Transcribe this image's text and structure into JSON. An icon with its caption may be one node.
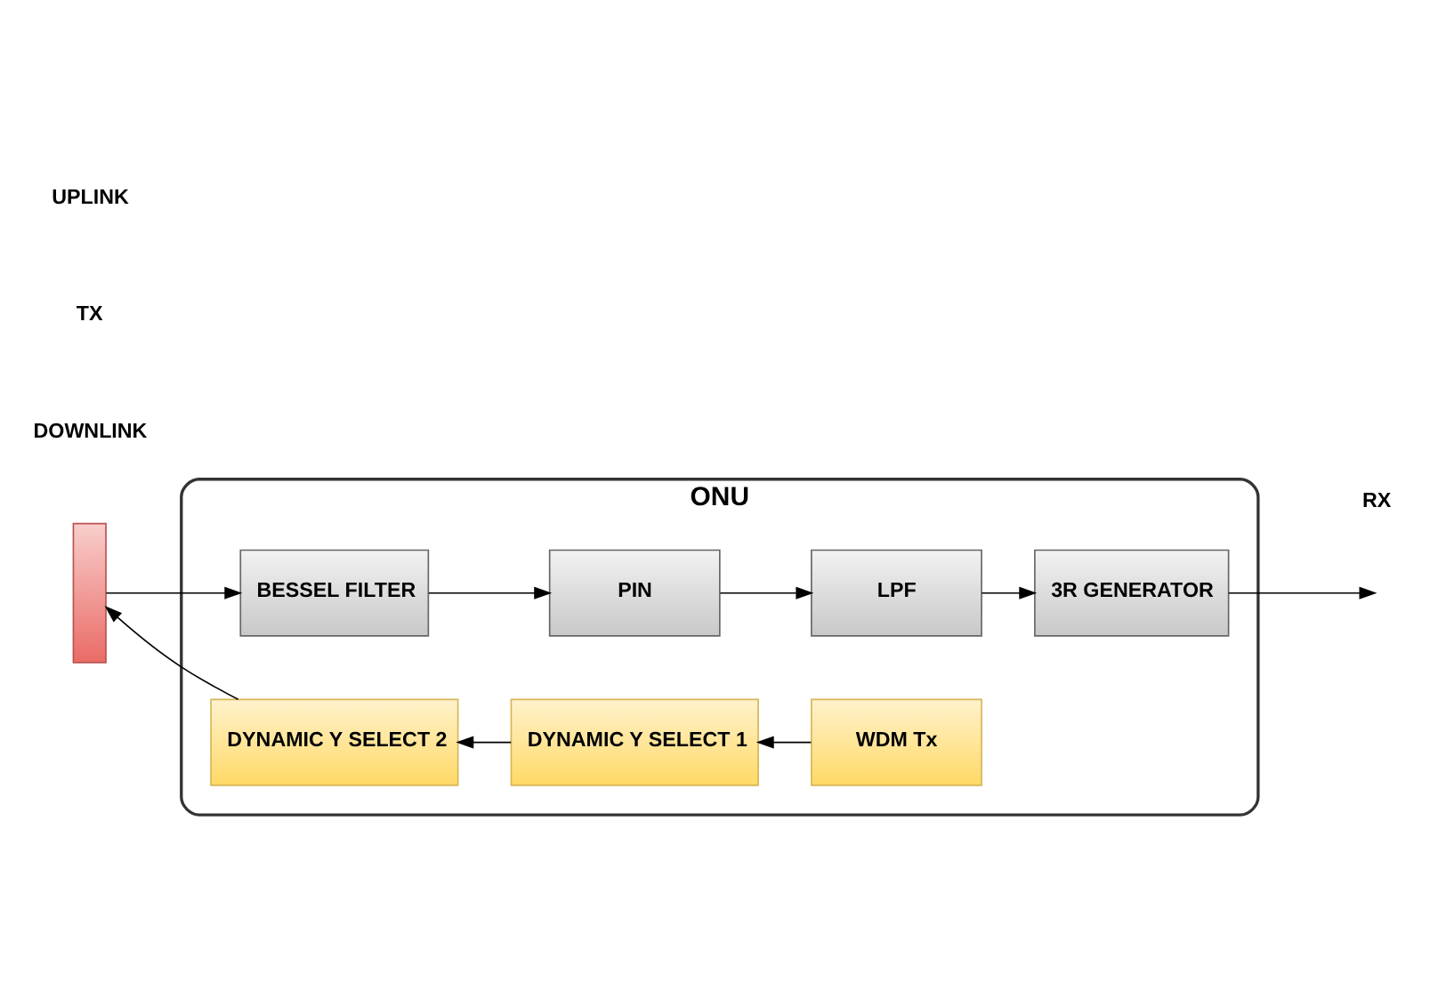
{
  "diagram": {
    "nodes": [
      {
        "text": [
          "ONU"
        ]
      },
      {
        "text": [],
        "shape": "bar"
      },
      {
        "text": [
          "BESSEL FILTER"
        ],
        "in": 0
      },
      {
        "text": [
          "PIN"
        ],
        "in": 0
      },
      {
        "text": [
          "LPF"
        ],
        "in": 0
      },
      {
        "text": [
          "3R GENERATOR"
        ],
        "in": 0
      },
      {
        "text": [
          "DYNAMIC Y SELECT 2"
        ],
        "in": 0
      },
      {
        "text": [
          "DYNAMIC Y SELECT 1"
        ],
        "in": 0
      },
      {
        "text": [
          "WDM Tx"
        ],
        "in": 0
      }
    ],
    "edges": [
      {
        "from": 1,
        "to": 2,
        "arrow": "to"
      },
      {
        "from": 2,
        "to": 3,
        "arrow": "to"
      },
      {
        "from": 3,
        "to": 4,
        "arrow": "to"
      },
      {
        "from": 4,
        "to": 5,
        "arrow": "to"
      },
      {
        "from": 5,
        "to": null,
        "arrow": "to"
      },
      {
        "from": 8,
        "to": 7,
        "arrow": "to"
      },
      {
        "from": 7,
        "to": 6,
        "arrow": "to"
      },
      {
        "from": 6,
        "to": 1,
        "arrow": "to"
      }
    ],
    "labels": [
      "DOWNLINK",
      "RX",
      "TX",
      "UPLINK"
    ]
  }
}
